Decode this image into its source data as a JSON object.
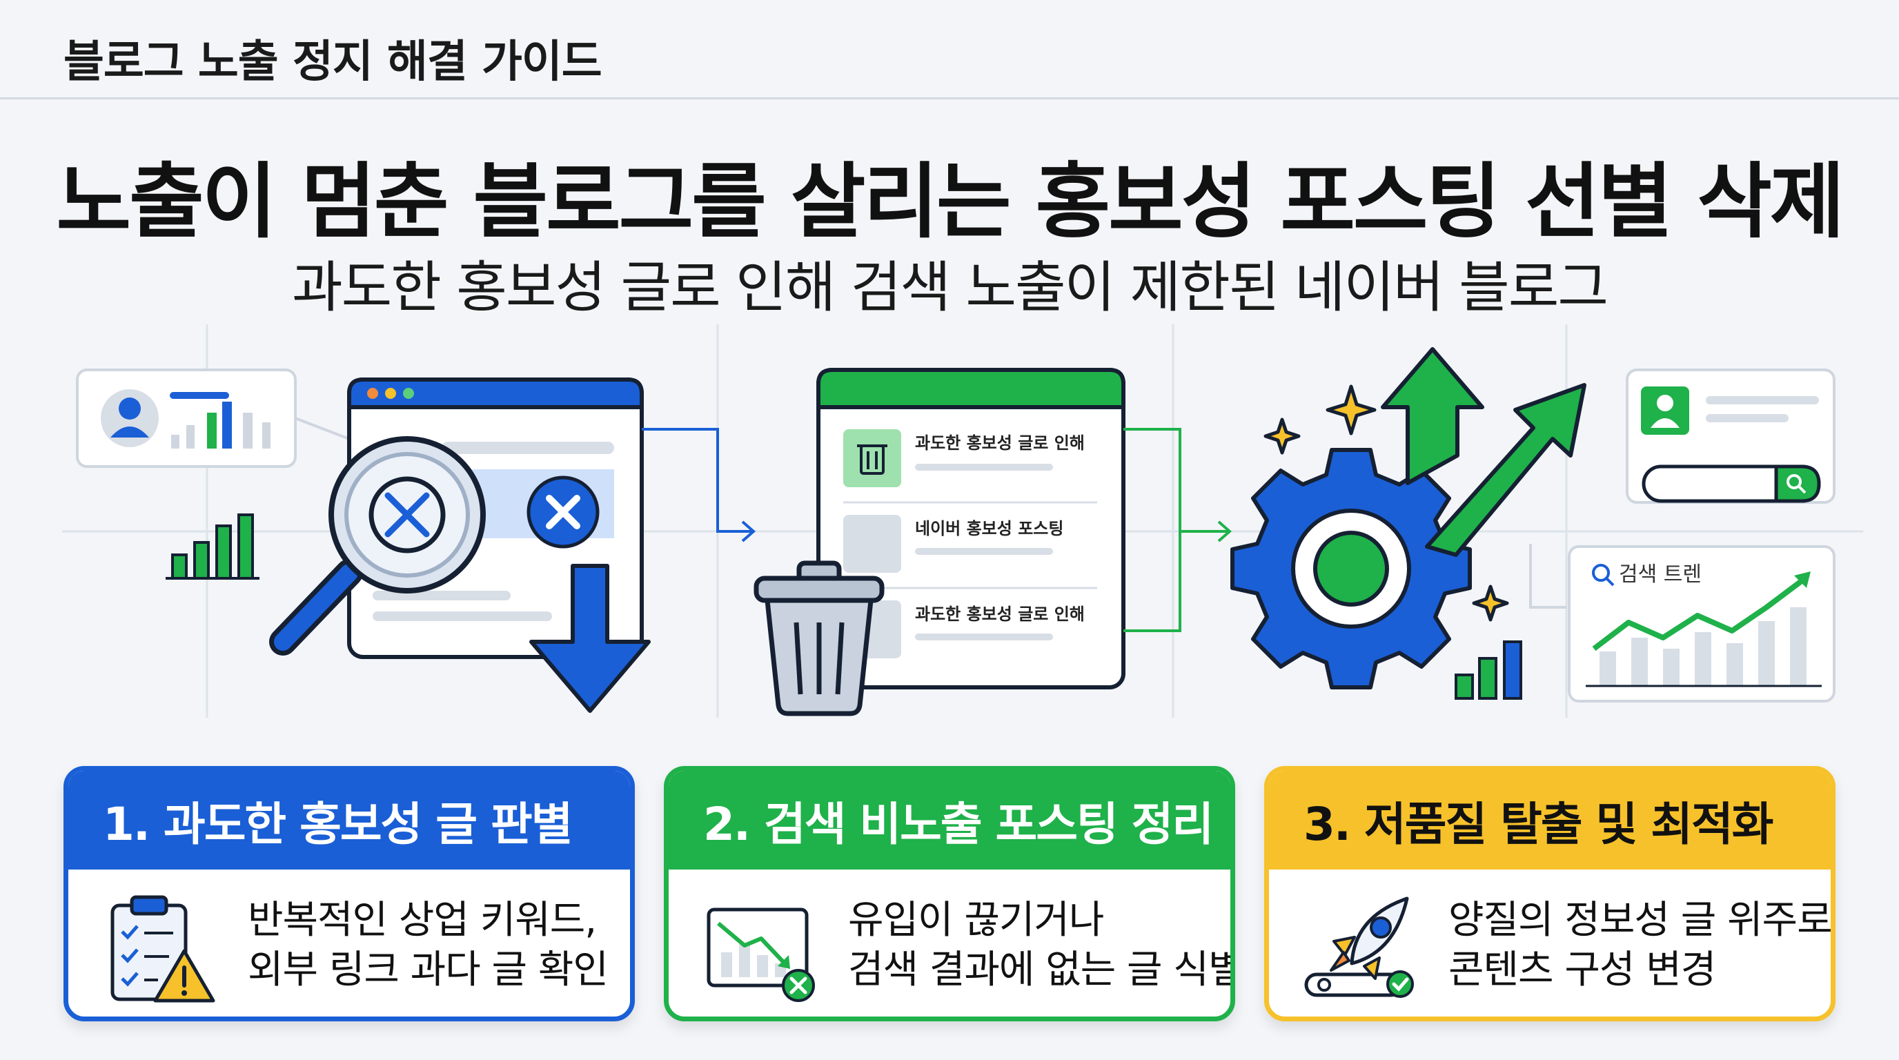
{
  "header": {
    "title": "블로그 노출 정지 해결 가이드"
  },
  "main": {
    "title": "노출이 멈춘 블로그를 살리는 홍보성 포스팅 선별 삭제",
    "subtitle": "과도한 홍보성 글로 인해 검색 노출이 제한된 네이버 블로그"
  },
  "illustration": {
    "list_items": [
      "과도한 홍보성 글로 인해",
      "네이버 홍보성 포스팅",
      "과도한 홍보성 글로 인해"
    ],
    "trend_card_label": "검색 트렌",
    "icons": [
      "user-icon",
      "magnifier-icon",
      "close-icon",
      "arrow-down-icon",
      "trash-icon",
      "gear-icon",
      "arrow-up-icon",
      "sparkle-icon",
      "search-icon"
    ]
  },
  "cards": [
    {
      "title": "1. 과도한 홍보성 글 판별",
      "lines": [
        "반복적인 상업 키워드,",
        "외부 링크 과다 글 확인"
      ],
      "icon": "clipboard-warning-icon",
      "color": "#1a5fd6"
    },
    {
      "title": "2. 검색 비노출 포스팅 정리",
      "lines": [
        "유입이 끊기거나",
        "검색 결과에 없는 글 식별"
      ],
      "icon": "chart-down-icon",
      "color": "#1fb14a"
    },
    {
      "title": "3. 저품질 탈출 및 최적화",
      "lines": [
        "양질의 정보성 글 위주로",
        "콘텐츠 구성 변경"
      ],
      "icon": "rocket-icon",
      "color": "#f6c12a"
    }
  ],
  "colors": {
    "blue": "#1a5fd6",
    "green": "#1fb14a",
    "yellow": "#f6c12a",
    "background": "#f3f5f8"
  }
}
